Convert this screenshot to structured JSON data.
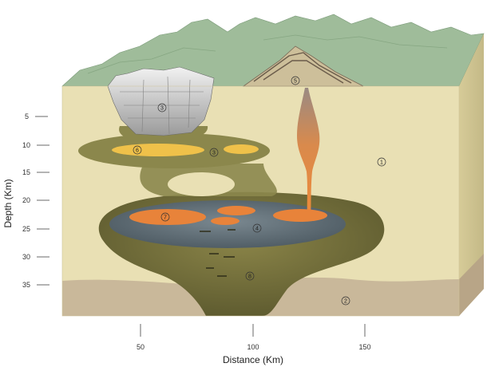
{
  "axes": {
    "y_label": "Depth (Km)",
    "x_label": "Distance (Km)",
    "y_ticks": [
      "5",
      "10",
      "15",
      "20",
      "25",
      "30",
      "35"
    ],
    "x_ticks": [
      "50",
      "100",
      "150"
    ]
  },
  "markers": {
    "country_rock": "1",
    "lower_crust": "2",
    "pluton": "3",
    "mush_zone": "4",
    "volcano": "5",
    "upper_reservoir": "6",
    "main_reservoir": "7",
    "lower_mush": "8"
  },
  "colors": {
    "crust_front": "#e9e0b4",
    "crust_side": "#d8ce9e",
    "mantle": "#c9b89a",
    "mountains": "#9fbc9a",
    "magma": "#e8833a",
    "melt_yellow": "#efc14a",
    "mush_dark": "#6b6838",
    "mush_blue": "#5d6b74"
  }
}
